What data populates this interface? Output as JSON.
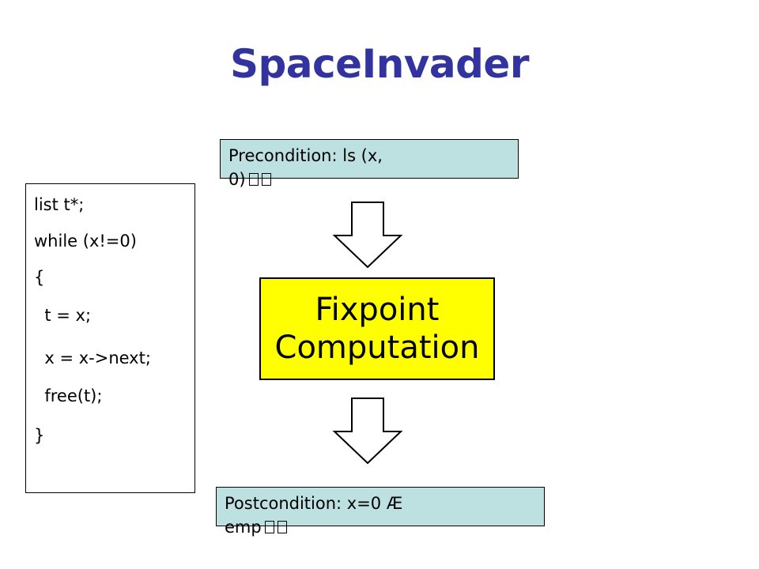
{
  "title": "SpaceInvader",
  "code": {
    "lines": [
      "list t*;",
      "while (x!=0)",
      "{",
      "  t = x;",
      "  x = x->next;",
      "  free(t);",
      "}"
    ]
  },
  "precondition": {
    "line1": "Precondition: ls (x,",
    "line2": "0)"
  },
  "fixpoint": {
    "line1": "Fixpoint",
    "line2": "Computation"
  },
  "postcondition": {
    "line1": "Postcondition: x=0 Æ",
    "line2": "emp"
  },
  "colors": {
    "title": "#3333a0",
    "condition_fill": "#bde0e0",
    "fixpoint_fill": "#ffff00"
  },
  "icons": [
    "down-arrow-icon",
    "down-arrow-icon"
  ]
}
